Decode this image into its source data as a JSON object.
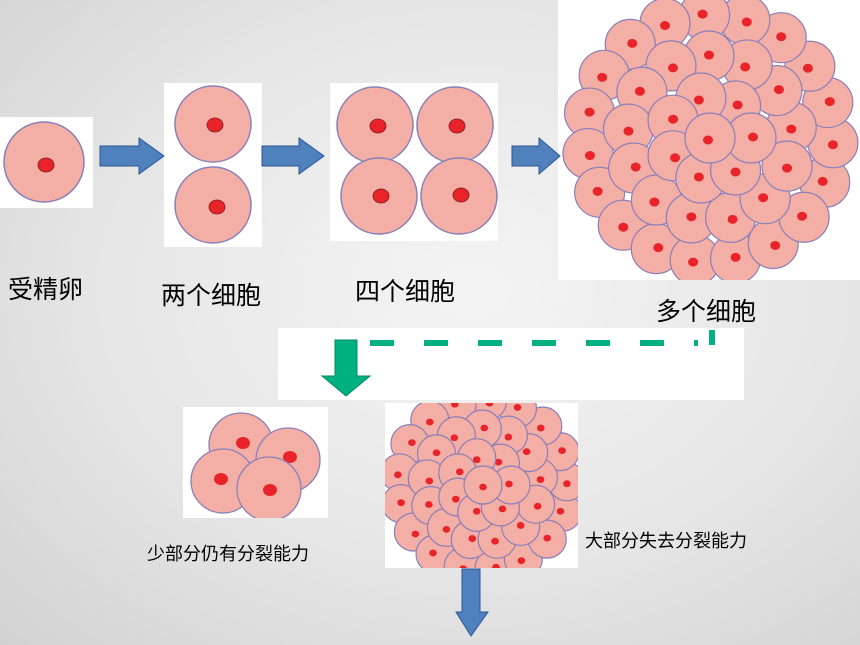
{
  "stages": {
    "fertilized_egg": "受精卵",
    "two_cells": "两个细胞",
    "four_cells": "四个细胞",
    "many_cells": "多个细胞"
  },
  "groups": {
    "still_dividing": "少部分仍有分裂能力",
    "lost_dividing": "大部分失去分裂能力"
  },
  "colors": {
    "cell_fill": "#f3aea5",
    "cell_stroke": "#8a7fb8",
    "nucleus": "#e8232a",
    "arrow_blue": "#4f81bd",
    "arrow_green": "#00b080"
  }
}
